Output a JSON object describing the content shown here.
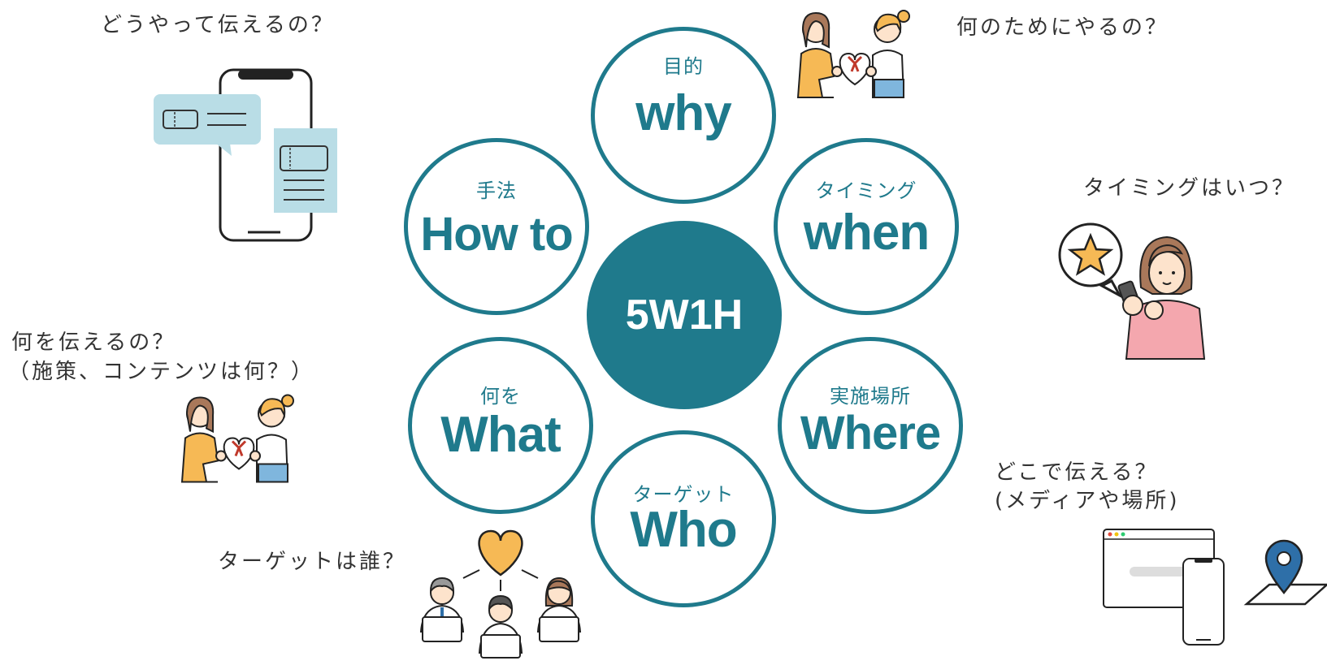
{
  "center": {
    "label": "5W1H"
  },
  "nodes": {
    "why": {
      "jp": "目的",
      "en": "why"
    },
    "when": {
      "jp": "タイミング",
      "en": "when"
    },
    "where": {
      "jp": "実施場所",
      "en": "Where"
    },
    "who": {
      "jp": "ターゲット",
      "en": "Who"
    },
    "what": {
      "jp": "何を",
      "en": "What"
    },
    "howto": {
      "jp": "手法",
      "en": "How to"
    }
  },
  "questions": {
    "howto": "どうやって伝えるの？",
    "why": "何のためにやるの？",
    "when": "タイミングはいつ？",
    "what_line1": "何を伝えるの？",
    "what_line2": "（施策、コンテンツは何？）",
    "who": "ターゲットは誰？",
    "where_line1": "どこで伝える？",
    "where_line2": "(メディアや場所)"
  },
  "colors": {
    "accent": "#1f7a8c",
    "light_blue": "#b9dde6",
    "orange": "#f6b955",
    "skin": "#fde3cc",
    "pink": "#f4a7ae",
    "hair_brown": "#a9785a"
  },
  "icons": [
    "smartphone-icon",
    "chat-bubble-icon",
    "ticket-icon",
    "gift-exchange-icon",
    "woman-smartphone-icon",
    "star-icon",
    "heart-icon",
    "people-laptops-icon",
    "browser-window-icon",
    "map-pin-icon"
  ]
}
